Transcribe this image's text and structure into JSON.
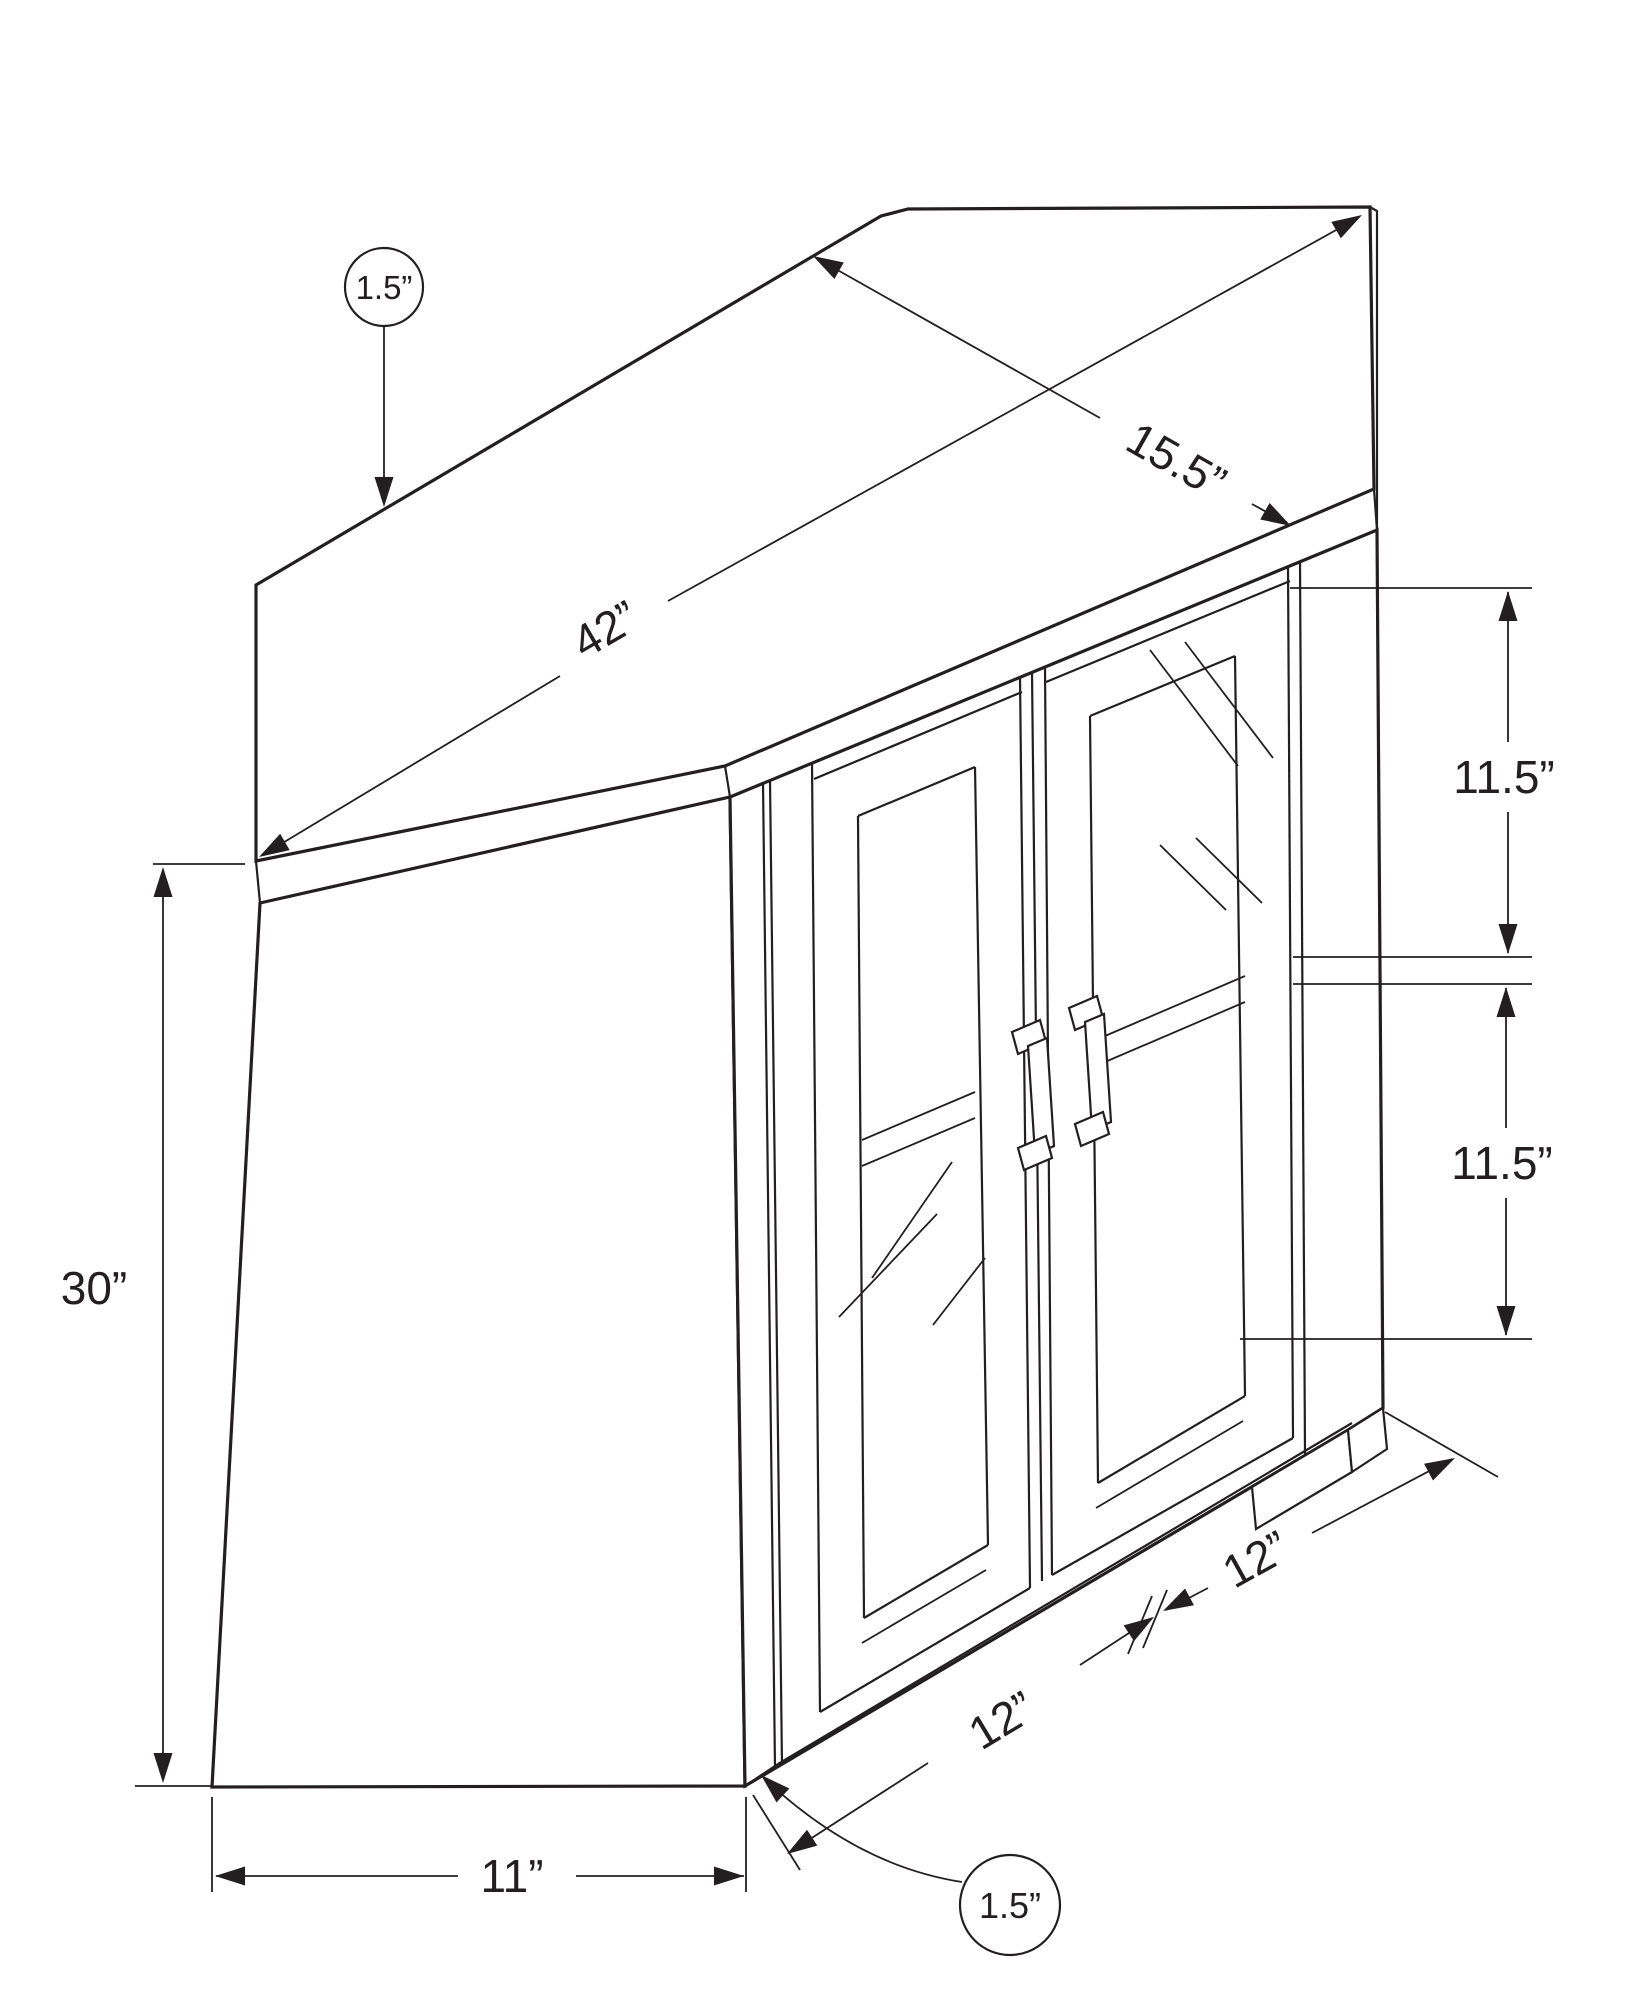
{
  "diagram": {
    "type": "furniture-dimension-drawing",
    "subject": "corner TV stand with two glass doors",
    "callouts": {
      "top_thickness": "1.5”",
      "base_thickness": "1.5”"
    },
    "dims": {
      "width_diagonal": "42”",
      "depth": "15.5”",
      "opening_upper": "11.5”",
      "opening_lower": "11.5”",
      "height": "30”",
      "door_left": "12”",
      "door_right": "12”",
      "side_depth": "11”"
    },
    "colors": {
      "line": "#231f20",
      "background": "#ffffff"
    }
  }
}
